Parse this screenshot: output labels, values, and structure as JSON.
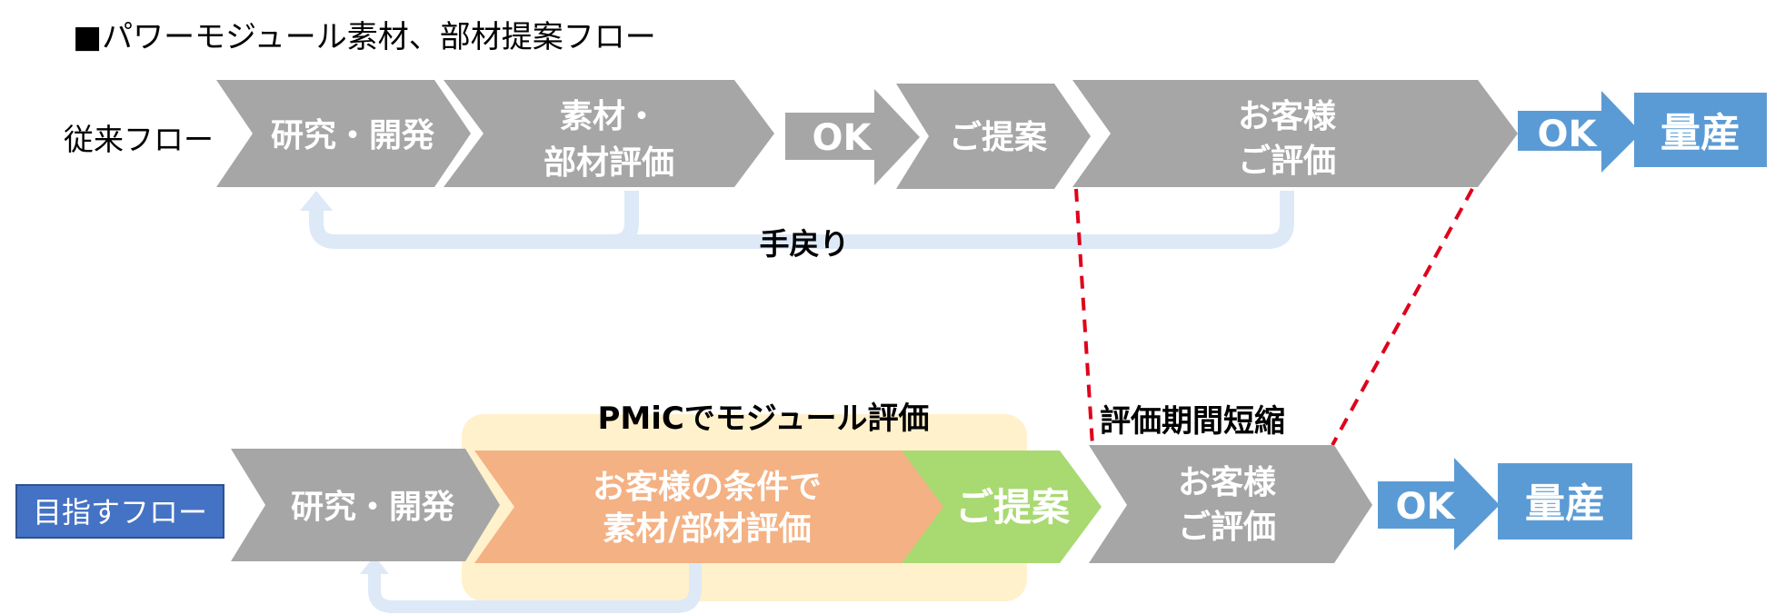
{
  "heading": "■パワーモジュール素材、部材提案フロー",
  "conventional": {
    "label": "従来フロー",
    "steps": {
      "research": "研究・開発",
      "eval_line1": "素材・",
      "eval_line2": "部材評価",
      "ok1": "OK",
      "proposal": "ご提案",
      "cust_line1": "お客様",
      "cust_line2": "ご評価",
      "ok2": "OK",
      "mass": "量産"
    },
    "rework": "手戻り"
  },
  "target": {
    "label": "目指すフロー",
    "pmic_label": "PMiCでモジュール評価",
    "steps": {
      "research": "研究・開発",
      "eval_line1": "お客様の条件で",
      "eval_line2": "素材/部材評価",
      "proposal": "ご提案",
      "cust_line1": "お客様",
      "cust_line2": "ご評価",
      "ok": "OK",
      "mass": "量産"
    },
    "shorten": "評価期間短縮"
  },
  "colors": {
    "gray": "#a6a6a6",
    "blue": "#5b9bd5",
    "orange": "#f4b183",
    "green": "#a9d971",
    "pale_blue": "#dde9f6",
    "highlight": "#fff1cc",
    "button": "#4472c4",
    "dash": "#e0001a"
  }
}
